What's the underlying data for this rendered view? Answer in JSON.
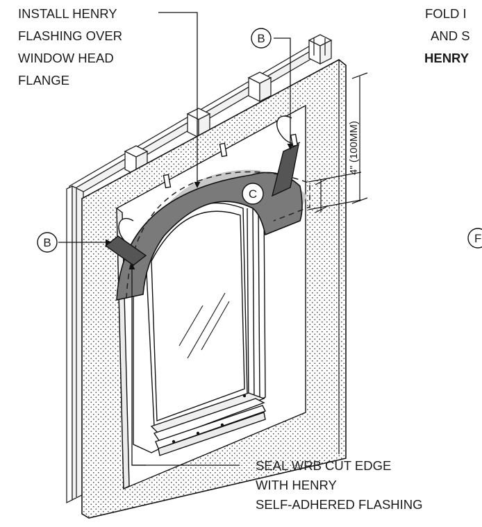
{
  "notes": {
    "install": [
      "INSTALL HENRY",
      "FLASHING OVER",
      "WINDOW HEAD",
      "FLANGE"
    ],
    "fold": [
      "FOLD I",
      "AND S",
      "HENRY"
    ],
    "seal": [
      "SEAL WRB CUT EDGE",
      "WITH HENRY",
      "SELF-ADHERED FLASHING"
    ]
  },
  "callouts": {
    "b_top": "B",
    "b_left": "B",
    "c": "C",
    "f": "F"
  },
  "dimension": "4\" (100MM)"
}
